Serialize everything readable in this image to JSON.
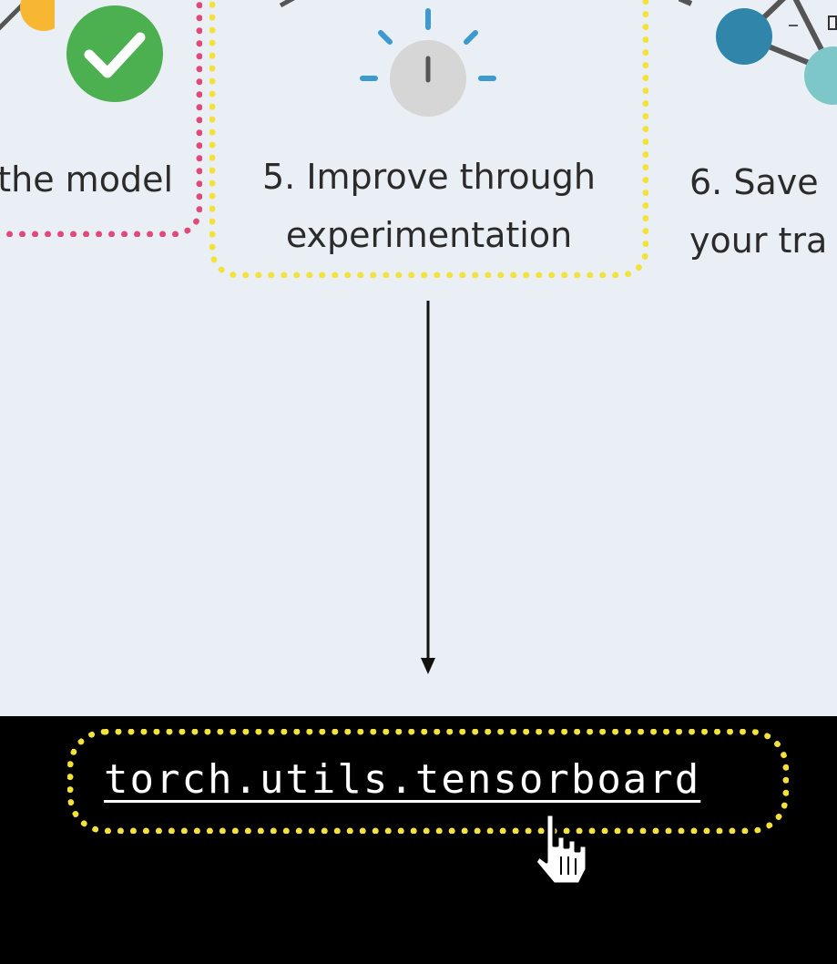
{
  "steps": {
    "prev": {
      "label": "the model"
    },
    "five": {
      "label": "5. Improve through\nexperimentation"
    },
    "six": {
      "label": "6. Save\nyour tra"
    }
  },
  "code": {
    "label": "torch.utils.tensorboard"
  },
  "colors": {
    "background": "#e9eff4",
    "pink_border": "#e04a7a",
    "yellow_border": "#f2e23a",
    "check_green": "#4caf50",
    "knob_gray": "#d6d6d6",
    "spark_blue": "#3d9ad1",
    "node_teal": "#2f86aa",
    "node_light": "#7ec7c9",
    "node_orange": "#f7b733",
    "dark_band": "#000000"
  },
  "icons": {
    "check": "check-circle-icon",
    "knob": "knob-dial-icon",
    "network": "network-nodes-icon",
    "cursor": "hand-pointer-icon",
    "arrow": "arrow-down-icon"
  }
}
